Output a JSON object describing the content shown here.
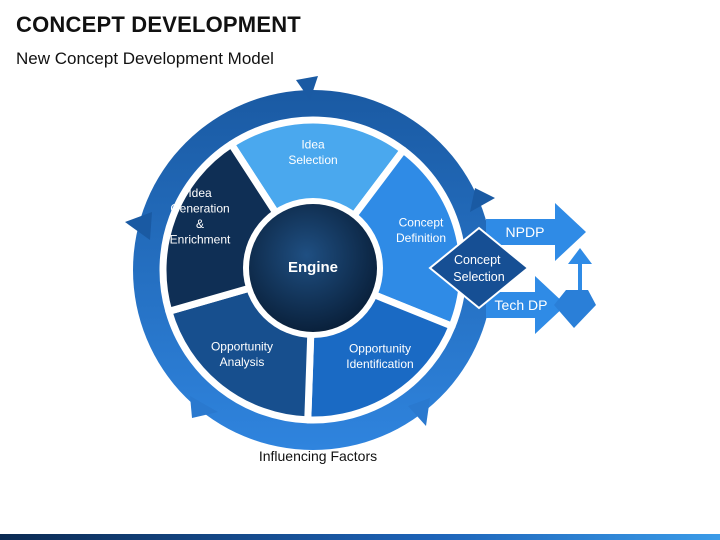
{
  "header": {
    "title": "CONCEPT DEVELOPMENT",
    "subtitle": "New Concept Development Model"
  },
  "diagram": {
    "center": "Engine",
    "segments": [
      {
        "lines": [
          "Idea",
          "Selection"
        ],
        "color": "#4aa8ee"
      },
      {
        "lines": [
          "Concept",
          "Definition"
        ],
        "color": "#2f8be6"
      },
      {
        "lines": [
          "Opportunity",
          "Identification"
        ],
        "color": "#1a6ac4"
      },
      {
        "lines": [
          "Opportunity",
          "Analysis"
        ],
        "color": "#174f8e"
      },
      {
        "lines": [
          "Idea",
          "Generation",
          "&",
          "Enrichment"
        ],
        "color": "#0f2f55"
      }
    ],
    "diamond": [
      "Concept",
      "Selection"
    ],
    "arrows": {
      "top": "NPDP",
      "bottom": "Tech DP"
    },
    "footer": "Influencing Factors"
  },
  "colors": {
    "ring": "#164f94",
    "arrow": "#2f8be6",
    "diamond": "#164f94",
    "center": "#0d2a4a"
  }
}
